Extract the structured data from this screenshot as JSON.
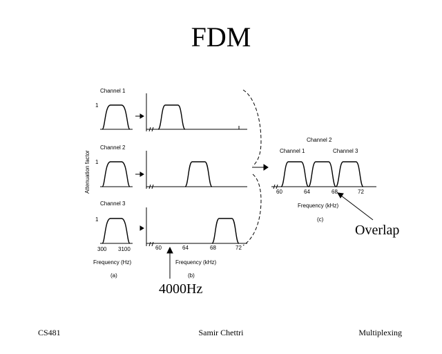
{
  "title": "FDM",
  "panel_a": {
    "channel_labels": [
      "Channel 1",
      "Channel 2",
      "Channel 3"
    ],
    "level_label": "1",
    "y_axis_label": "Attenuation factor",
    "x_ticks": [
      "300",
      "3100"
    ],
    "x_label": "Frequency (Hz)",
    "caption": "(a)"
  },
  "panel_b": {
    "x_ticks": [
      "60",
      "64",
      "68",
      "72"
    ],
    "x_label": "Frequency (kHz)",
    "caption": "(b)",
    "band_positions_khz": [
      [
        60,
        64
      ],
      [
        64,
        68
      ],
      [
        68,
        72
      ]
    ]
  },
  "panel_c": {
    "group_label": "Channel 2",
    "channel_labels": [
      "Channel 1",
      "Channel 3"
    ],
    "x_ticks": [
      "60",
      "64",
      "68",
      "72"
    ],
    "x_label": "Frequency (kHz)",
    "caption": "(c)"
  },
  "annotations": {
    "overlap": "Overlap",
    "bandwidth": "4000Hz"
  },
  "footer": {
    "left": "CS481",
    "center": "Samir Chettri",
    "right": "Multiplexing"
  }
}
